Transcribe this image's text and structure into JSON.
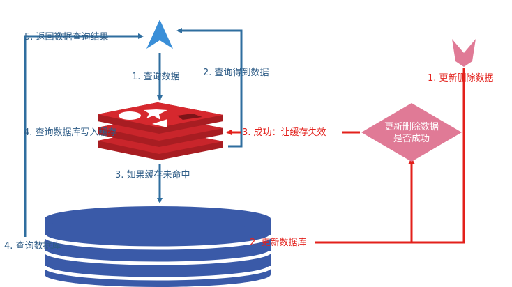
{
  "colors": {
    "read_path": "#2f6e9f",
    "write_path": "#e3201b",
    "label_blue": "#2f5d87",
    "database": "#3a5aa8",
    "cache": "#c9252b",
    "decision": "#e07a96",
    "client": "#3a8fd8"
  },
  "labels": {
    "step1_query": "1. 查询数据",
    "step2_got": "2. 查询得到数据",
    "step3_miss": "3. 如果缓存未命中",
    "step4_query_db": "4. 查询数据库",
    "step4_write_cache": "4. 查询数据库写入缓存",
    "step5_return": "5. 返回数据查询结果",
    "w1_update_delete": "1. 更新删除数据",
    "w2_update_db": "2. 更新数据库",
    "w3_success": "3. 成功：让缓存失效",
    "decision_line1": "更新删除数据",
    "decision_line2": "是否成功"
  },
  "icons": {
    "client": "arrow-up-icon",
    "cache": "redis-cache-icon",
    "database": "database-cylinder-icon",
    "writer": "chevron-down-icon"
  }
}
